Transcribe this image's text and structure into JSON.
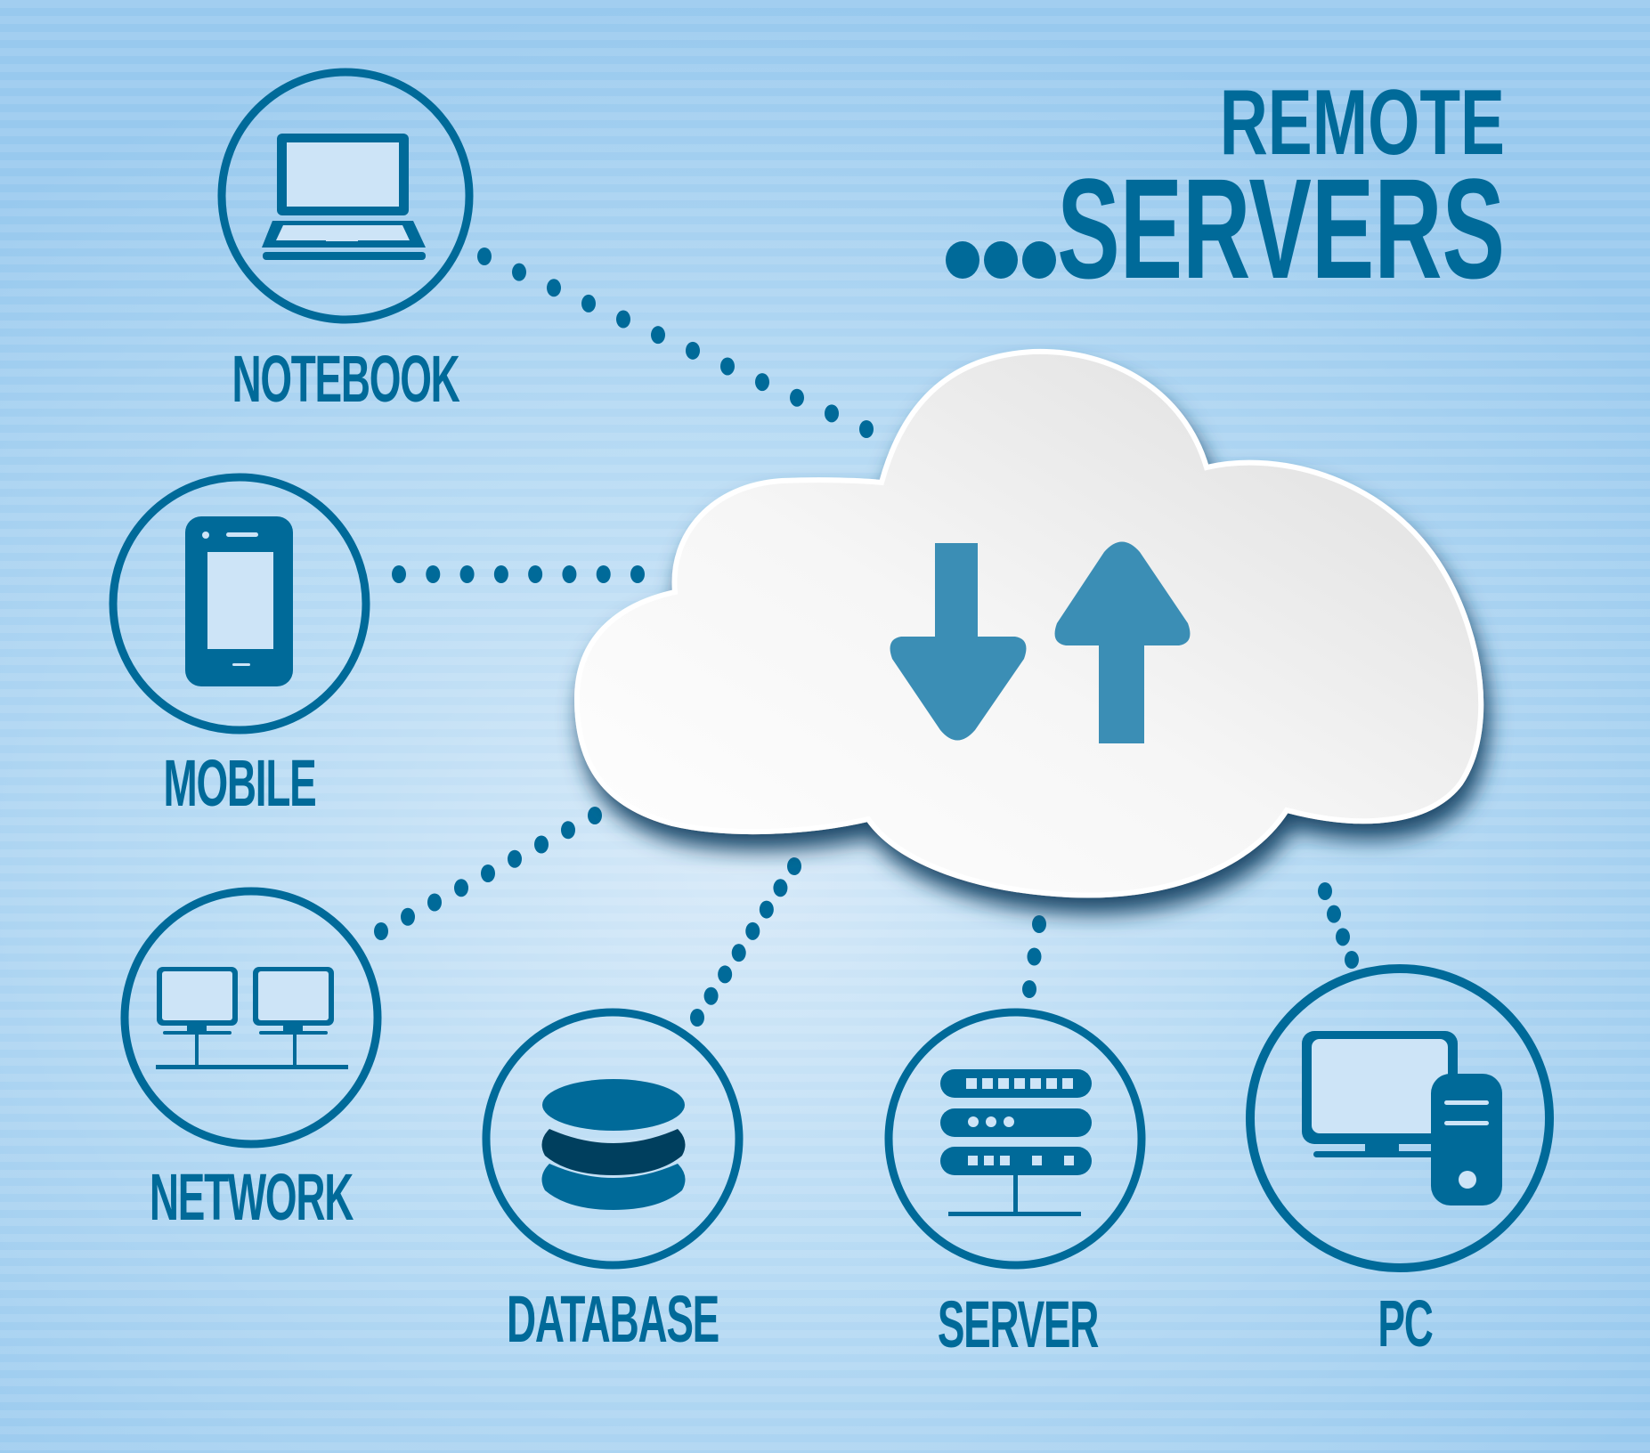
{
  "title": {
    "line1": "REMOTE",
    "line2_prefix": "...",
    "line2": "SERVERS"
  },
  "hub": {
    "name": "cloud",
    "icon": "upload-download-arrows-icon"
  },
  "nodes": [
    {
      "id": "notebook",
      "label": "NOTEBOOK",
      "icon": "laptop-icon"
    },
    {
      "id": "mobile",
      "label": "MOBILE",
      "icon": "smartphone-icon"
    },
    {
      "id": "network",
      "label": "NETWORK",
      "icon": "network-computers-icon"
    },
    {
      "id": "database",
      "label": "DATABASE",
      "icon": "database-icon"
    },
    {
      "id": "server",
      "label": "SERVER",
      "icon": "server-rack-icon"
    },
    {
      "id": "pc",
      "label": "PC",
      "icon": "desktop-pc-icon"
    }
  ],
  "colors": {
    "primary": "#006a99",
    "dark": "#003f5e",
    "screen": "#cde4f7",
    "arrow": "#3b8eb5",
    "cloud": "#ffffff",
    "background": "#b8dbf4"
  }
}
